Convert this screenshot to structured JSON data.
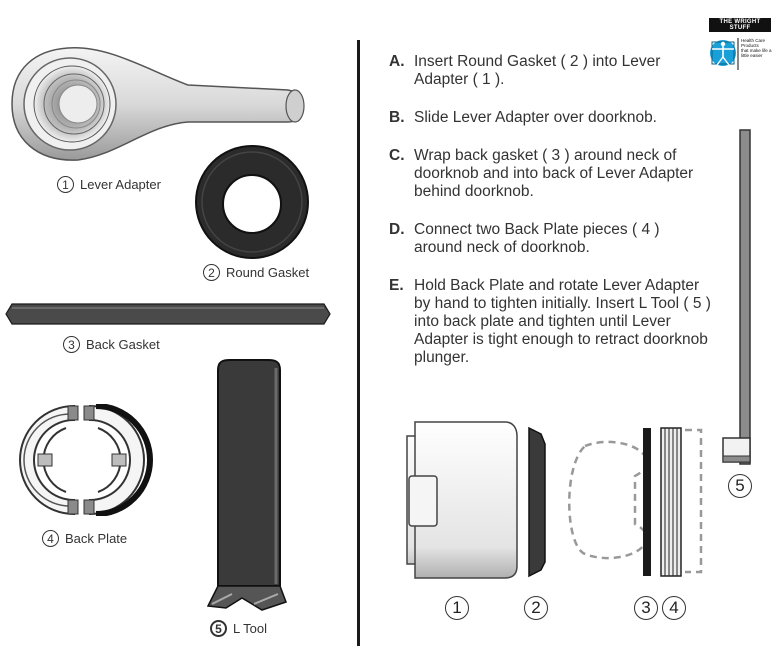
{
  "logo": {
    "name": "THE WRIGHT STUFF",
    "tagline_1": "Health Care",
    "tagline_2": "Products",
    "tagline_3": "that make life a",
    "tagline_4": "little easier"
  },
  "parts": {
    "lever_adapter": {
      "number": "1",
      "label": "Lever Adapter"
    },
    "round_gasket": {
      "number": "2",
      "label": "Round Gasket"
    },
    "back_gasket": {
      "number": "3",
      "label": "Back Gasket"
    },
    "back_plate": {
      "number": "4",
      "label": "Back Plate"
    },
    "l_tool": {
      "number": "5",
      "label": "L Tool"
    }
  },
  "steps": [
    {
      "letter": "A.",
      "text": "Insert Round Gasket ( 2 ) into Lever Adapter ( 1 )."
    },
    {
      "letter": "B.",
      "text": "Slide Lever Adapter over doorknob."
    },
    {
      "letter": "C.",
      "text": "Wrap back gasket ( 3 ) around neck of doorknob and into back of Lever Adapter behind doorknob."
    },
    {
      "letter": "D.",
      "text": "Connect two Back Plate pieces ( 4 ) around neck of doorknob."
    },
    {
      "letter": "E.",
      "text": "Hold Back Plate and rotate Lever Adapter by hand to tighten initially. Insert L Tool ( 5 ) into back plate and tighten until Lever Adapter is tight enough to retract doorknob plunger."
    }
  ],
  "assembly_numbers": [
    "1",
    "2",
    "3",
    "4",
    "5"
  ],
  "colors": {
    "dark": "#1a1a1a",
    "gray": "#555555",
    "light": "#e6e6e6"
  }
}
